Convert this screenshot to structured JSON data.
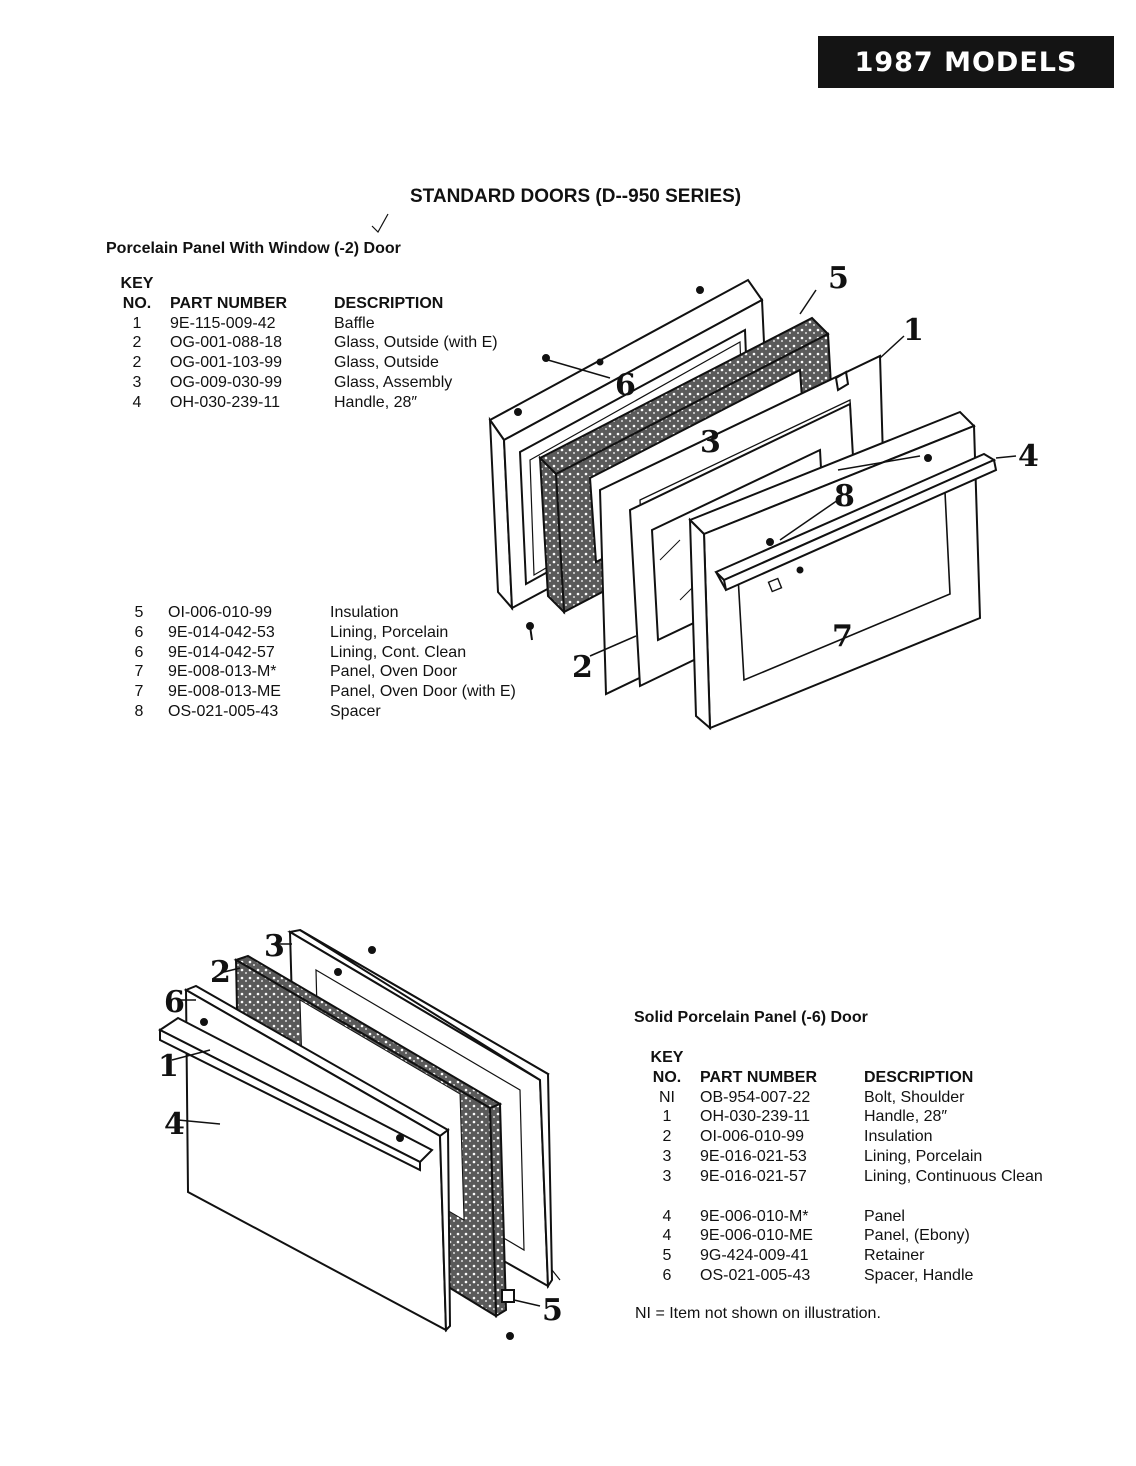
{
  "header": {
    "badge": "1987 MODELS"
  },
  "page_title": "STANDARD DOORS (D--950 SERIES)",
  "section1": {
    "title": "Porcelain Panel With Window (-2) Door",
    "header_key_line1": "KEY",
    "header_key_line2": "NO.",
    "header_part": "PART NUMBER",
    "header_desc": "DESCRIPTION",
    "rows_top": [
      {
        "key": "1",
        "part": "9E-115-009-42",
        "desc": "Baffle"
      },
      {
        "key": "2",
        "part": "OG-001-088-18",
        "desc": "Glass, Outside (with E)"
      },
      {
        "key": "2",
        "part": "OG-001-103-99",
        "desc": "Glass, Outside"
      },
      {
        "key": "3",
        "part": "OG-009-030-99",
        "desc": "Glass, Assembly"
      },
      {
        "key": "4",
        "part": "OH-030-239-11",
        "desc": "Handle, 28″"
      }
    ],
    "rows_bottom": [
      {
        "key": "5",
        "part": "OI-006-010-99",
        "desc": "Insulation"
      },
      {
        "key": "6",
        "part": "9E-014-042-53",
        "desc": "Lining, Porcelain"
      },
      {
        "key": "6",
        "part": "9E-014-042-57",
        "desc": "Lining, Cont. Clean"
      },
      {
        "key": "7",
        "part": "9E-008-013-M*",
        "desc": "Panel, Oven Door"
      },
      {
        "key": "7",
        "part": "9E-008-013-ME",
        "desc": "Panel, Oven Door (with E)"
      },
      {
        "key": "8",
        "part": "OS-021-005-43",
        "desc": "Spacer"
      }
    ],
    "callouts": {
      "c1": "1",
      "c2": "2",
      "c3": "3",
      "c4": "4",
      "c5": "5",
      "c6": "6",
      "c7": "7",
      "c8": "8"
    }
  },
  "section2": {
    "title": "Solid Porcelain Panel (-6) Door",
    "header_key_line1": "KEY",
    "header_key_line2": "NO.",
    "header_part": "PART NUMBER",
    "header_desc": "DESCRIPTION",
    "rows_a": [
      {
        "key": "NI",
        "part": "OB-954-007-22",
        "desc": "Bolt, Shoulder"
      },
      {
        "key": "1",
        "part": "OH-030-239-11",
        "desc": "Handle, 28″"
      },
      {
        "key": "2",
        "part": "OI-006-010-99",
        "desc": "Insulation"
      },
      {
        "key": "3",
        "part": "9E-016-021-53",
        "desc": "Lining, Porcelain"
      },
      {
        "key": "3",
        "part": "9E-016-021-57",
        "desc": "Lining, Continuous Clean"
      }
    ],
    "rows_b": [
      {
        "key": "4",
        "part": "9E-006-010-M*",
        "desc": "Panel"
      },
      {
        "key": "4",
        "part": "9E-006-010-ME",
        "desc": "Panel, (Ebony)"
      },
      {
        "key": "5",
        "part": "9G-424-009-41",
        "desc": "Retainer"
      },
      {
        "key": "6",
        "part": "OS-021-005-43",
        "desc": "Spacer, Handle"
      }
    ],
    "note": "NI = Item not shown on illustration.",
    "callouts": {
      "c1": "1",
      "c2": "2",
      "c3": "3",
      "c4": "4",
      "c5": "5",
      "c6": "6"
    }
  }
}
